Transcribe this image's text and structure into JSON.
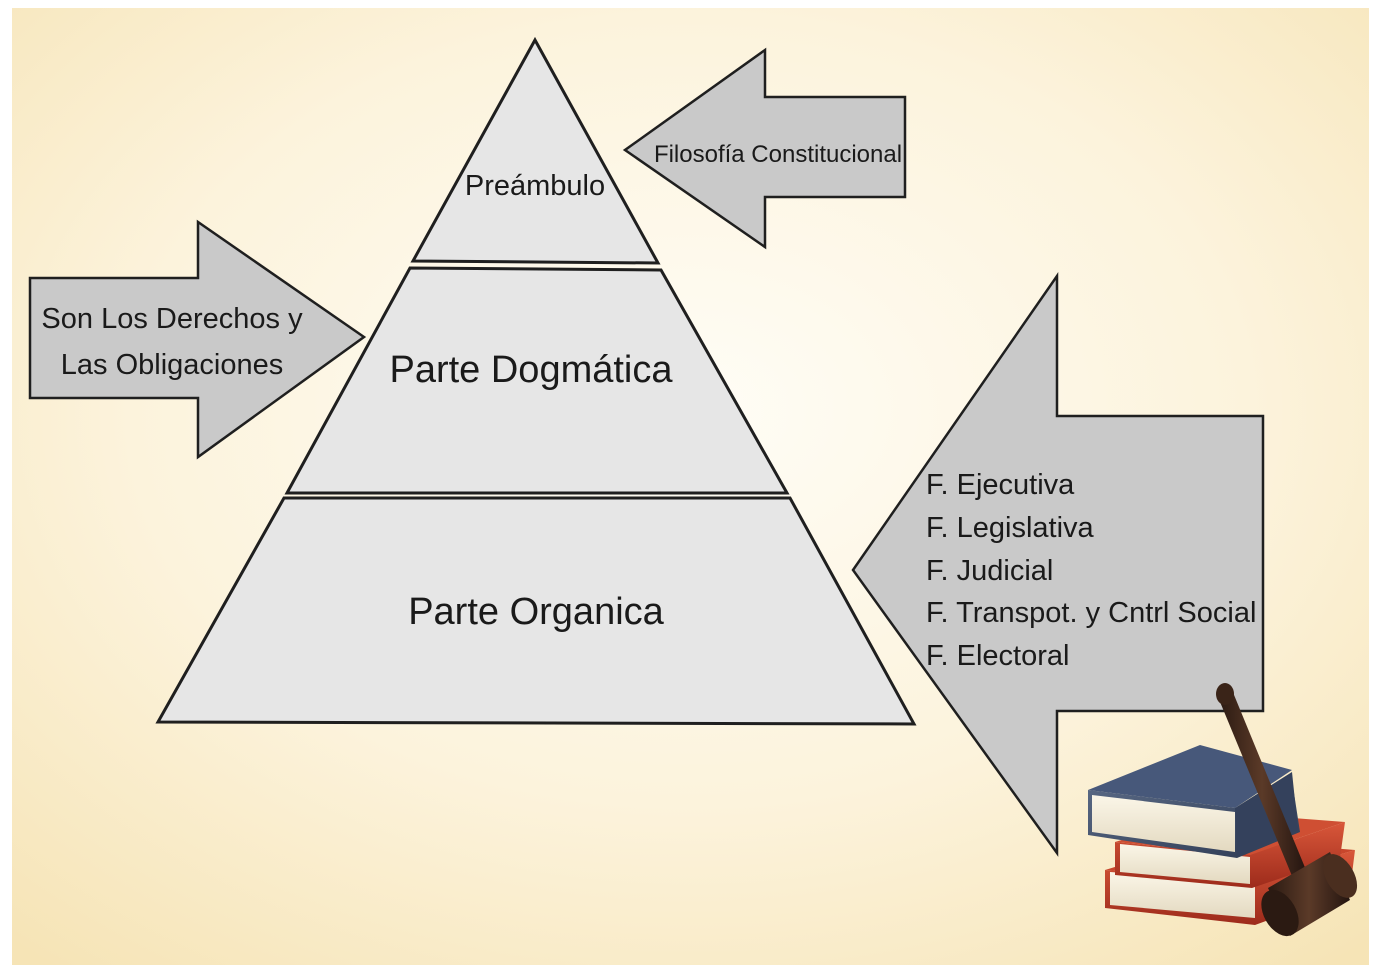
{
  "diagram": {
    "pyramid": {
      "levels": [
        {
          "id": "preambulo",
          "label": "Preámbulo"
        },
        {
          "id": "dogmatica",
          "label": "Parte Dogmática"
        },
        {
          "id": "organica",
          "label": "Parte Organica"
        }
      ]
    },
    "arrows": {
      "top_right": {
        "label": "Filosofía Constitucional"
      },
      "left": {
        "lines": [
          "Son Los Derechos y",
          "Las Obligaciones"
        ]
      },
      "bottom_right": {
        "items": [
          "F. Ejecutiva",
          "F. Legislativa",
          "F. Judicial",
          "F. Transpot. y Cntrl Social",
          "F. Electoral"
        ]
      }
    },
    "illustration": {
      "name": "books-and-gavel"
    },
    "colors": {
      "shape_fill": "#e6e6e6",
      "arrow_fill": "#c9c9c9",
      "stroke": "#1f1f1f",
      "background_center": "#fffdf6",
      "background_edge": "#f7e7be"
    }
  }
}
